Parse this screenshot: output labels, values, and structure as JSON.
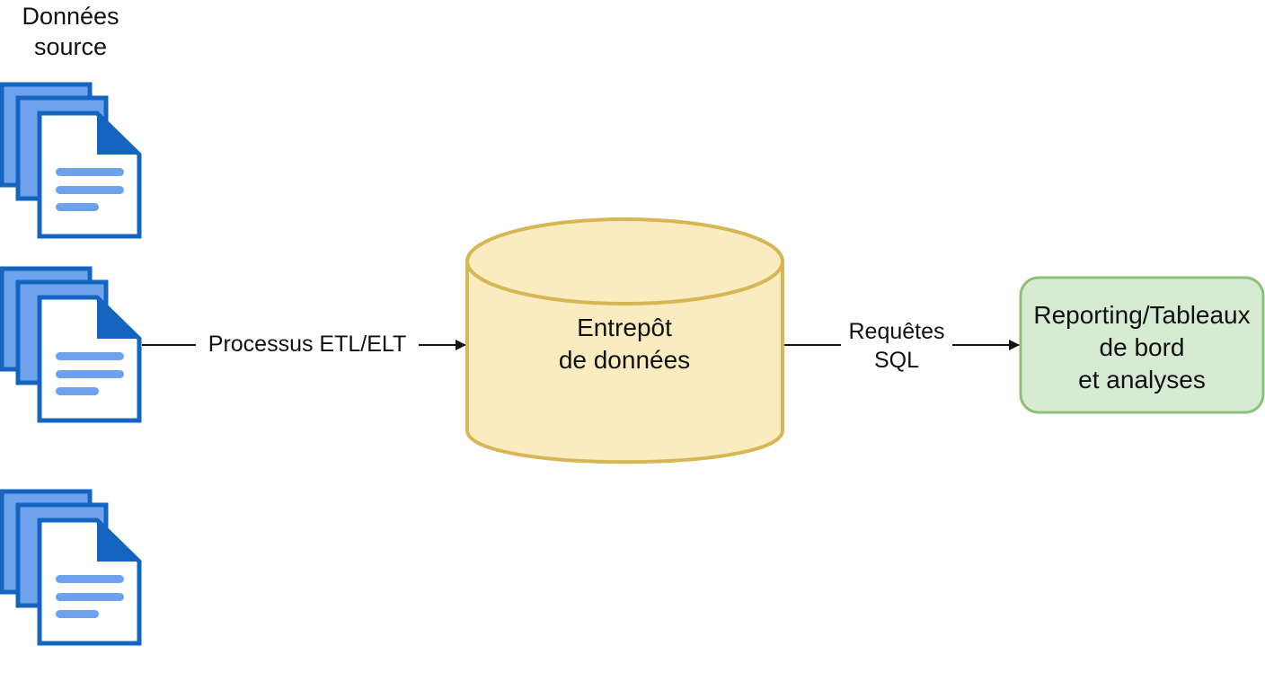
{
  "sources": {
    "title_line1": "Données",
    "title_line2": "source",
    "icon": "document-stack-icon",
    "count": 3
  },
  "etl": {
    "label": "Processus ETL/ELT"
  },
  "warehouse": {
    "line1": "Entrepôt",
    "line2": "de données",
    "icon": "database-cylinder-icon"
  },
  "sql": {
    "line1": "Requêtes",
    "line2": "SQL"
  },
  "reporting": {
    "line1": "Reporting/Tableaux",
    "line2": "de bord",
    "line3": "et analyses"
  },
  "colors": {
    "document_dark": "#1565c0",
    "document_mid": "#6ea2ec",
    "document_light": "#ffffff",
    "document_lines": "#6ea2ec",
    "cylinder_fill": "#fbecbf",
    "cylinder_stroke": "#d6b655",
    "report_fill": "#d7ebd3",
    "report_stroke": "#8bbf7a",
    "arrow": "#111111"
  }
}
